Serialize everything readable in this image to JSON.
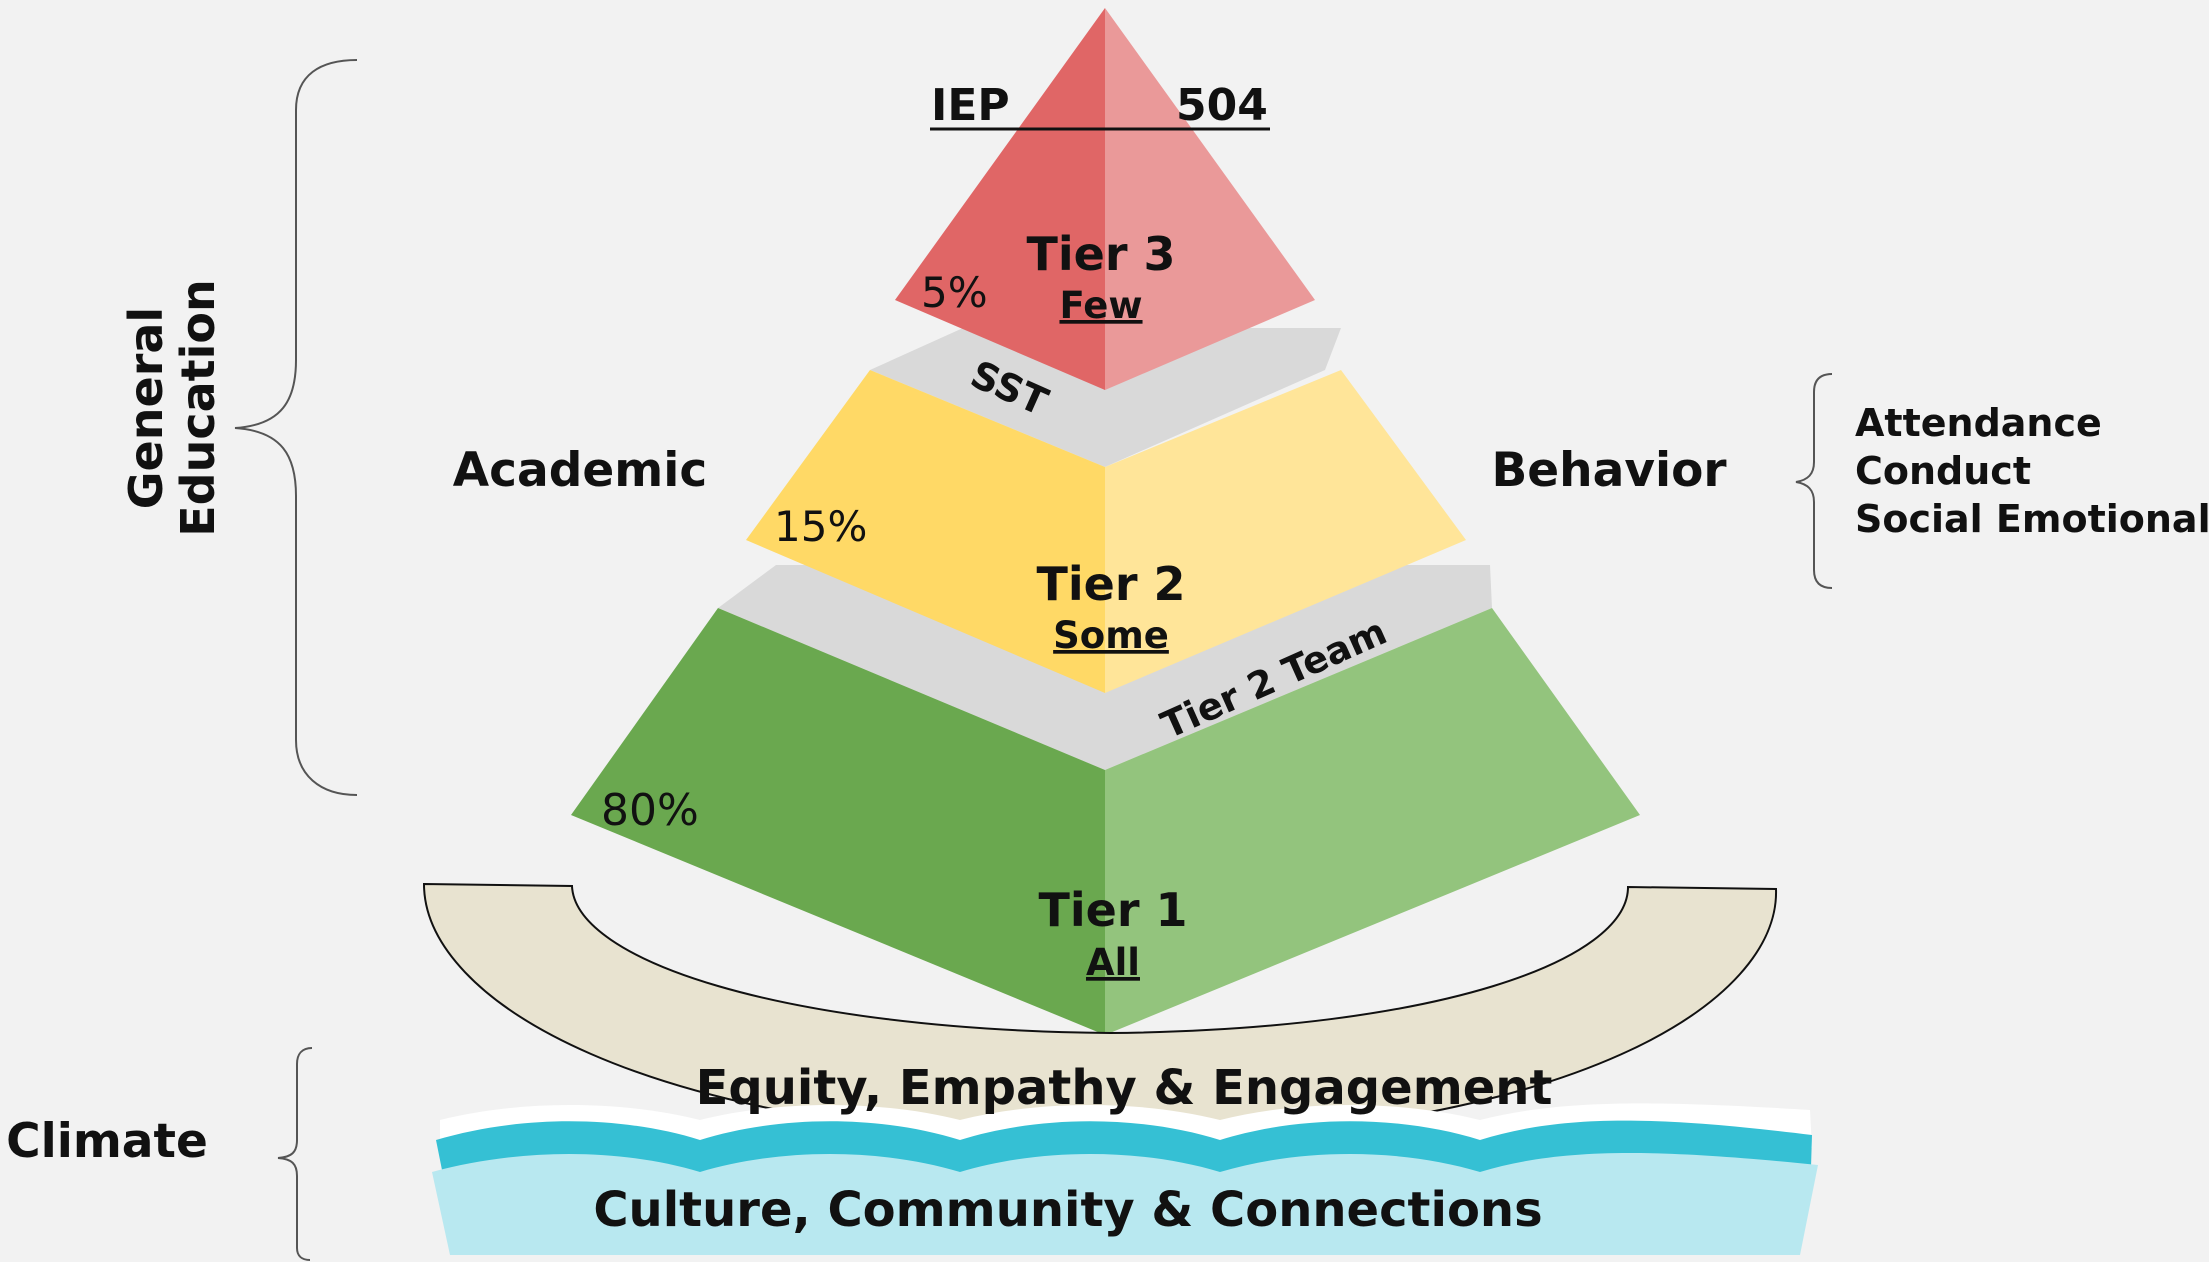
{
  "diagram": {
    "top_left_label": "IEP",
    "top_right_label": "504",
    "tiers": [
      {
        "name": "Tier 3",
        "reach": "Few",
        "percent": "5%",
        "color_left": "#e06666",
        "color_right": "#ea9999"
      },
      {
        "name": "Tier 2",
        "reach": "Some",
        "percent": "15%",
        "color_left": "#ffd966",
        "color_right": "#ffe599"
      },
      {
        "name": "Tier 1",
        "reach": "All",
        "percent": "80%",
        "color_left": "#6aa84f",
        "color_right": "#93c47d"
      }
    ],
    "connector_labels": {
      "upper": "SST",
      "lower": "Tier 2 Team"
    },
    "side_labels": {
      "left": "Academic",
      "right": "Behavior"
    },
    "behavior_items": [
      "Attendance",
      "Conduct",
      "Social Emotional"
    ],
    "bracket_label": [
      "General",
      "Education"
    ],
    "climate_label": "Climate",
    "bowl_text": "Equity, Empathy & Engagement",
    "water_text": "Culture, Community & Connections",
    "colors": {
      "connector": "#d9d9d9",
      "bowl": "#e8e3d0",
      "water_dark": "#35c0d4",
      "water_light": "#b8e8f0"
    }
  }
}
